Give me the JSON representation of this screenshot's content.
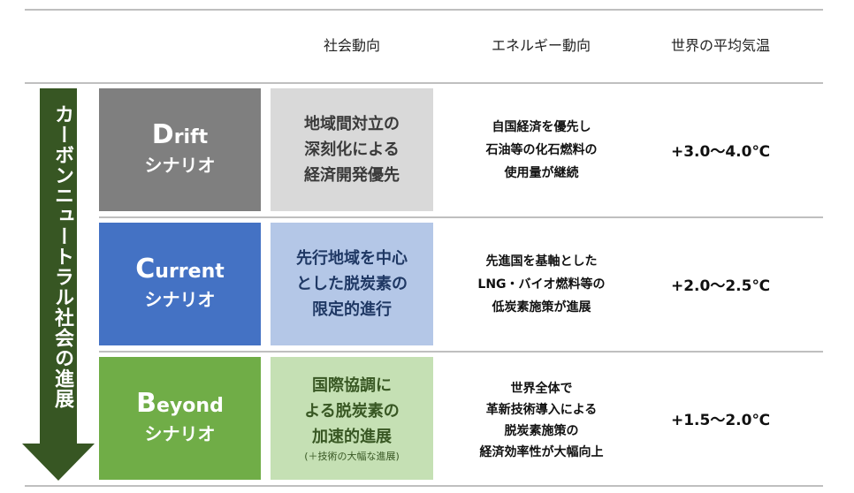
{
  "headers": {
    "social": "社会動向",
    "energy": "エネルギー動向",
    "temperature": "世界の平均気温"
  },
  "arrow_label": "カーボンニュートラル社会の進展",
  "colors": {
    "arrow": "#375623",
    "drift": "#7f7f7f",
    "drift_light": "#d9d9d9",
    "current": "#4472c4",
    "current_light": "#b4c7e7",
    "beyond": "#70ad47",
    "beyond_light": "#c5e0b4"
  },
  "rows": [
    {
      "cap": "D",
      "rest": "rift",
      "sub": "シナリオ",
      "social": [
        "地域間対立の",
        "深刻化による",
        "経済開発優先"
      ],
      "note": "",
      "energy": [
        "自国経済を優先し",
        "石油等の化石燃料の",
        "使用量が継続"
      ],
      "temp": "+3.0～4.0℃"
    },
    {
      "cap": "C",
      "rest": "urrent",
      "sub": "シナリオ",
      "social": [
        "先行地域を中心",
        "とした脱炭素の",
        "限定的進行"
      ],
      "note": "",
      "energy": [
        "先進国を基軸とした",
        "LNG・バイオ燃料等の",
        "低炭素施策が進展"
      ],
      "temp": "+2.0～2.5℃"
    },
    {
      "cap": "B",
      "rest": "eyond",
      "sub": "シナリオ",
      "social": [
        "国際協調に",
        "よる脱炭素の",
        "加速的進展"
      ],
      "note": "(＋技術の大幅な進展)",
      "energy": [
        "世界全体で",
        "革新技術導入による",
        "脱炭素施策の",
        "経済効率性が大幅向上"
      ],
      "temp": "+1.5～2.0℃"
    }
  ]
}
